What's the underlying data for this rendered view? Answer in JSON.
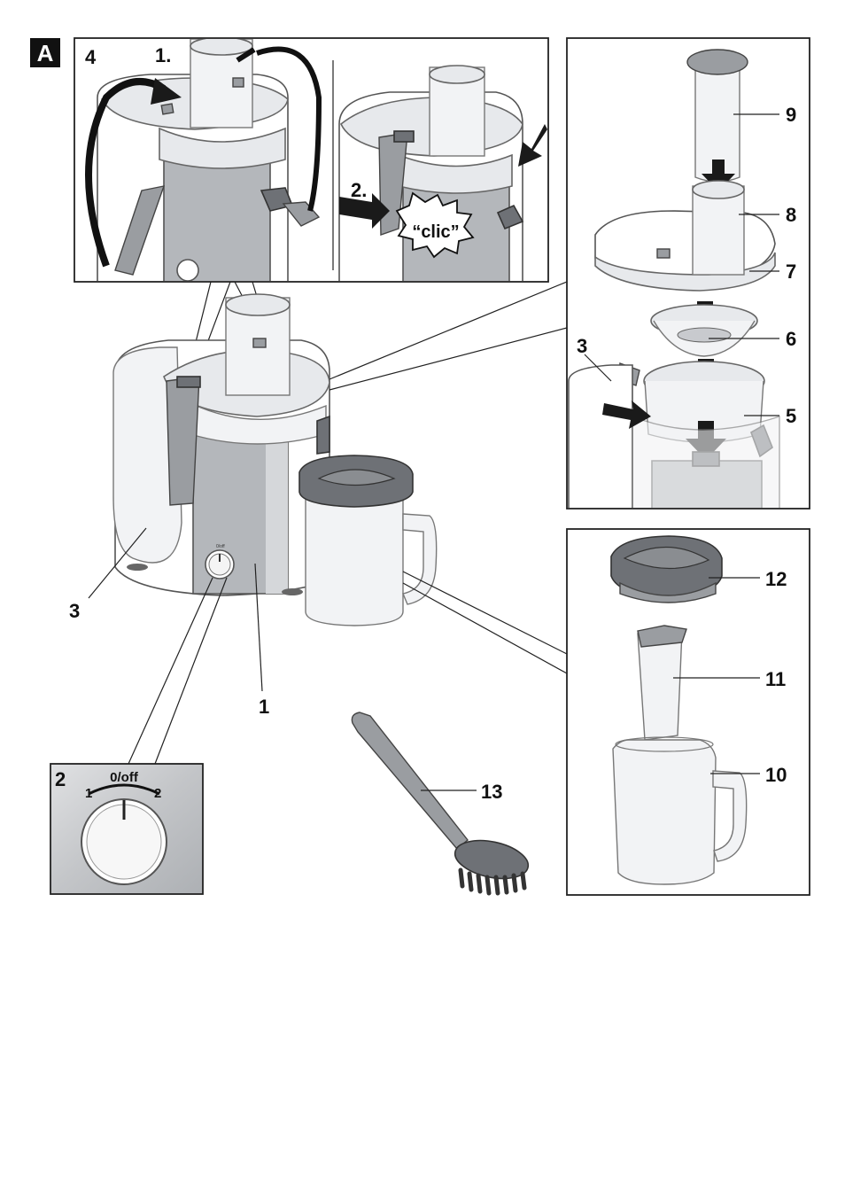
{
  "figure_label": "A",
  "step_labels": {
    "step_4": "4",
    "step_1": "1.",
    "step_2": "2.",
    "clic": "“clic”"
  },
  "part_numbers": {
    "p1": "1",
    "p2": "2",
    "p3_main": "3",
    "p3_exploded": "3",
    "p5": "5",
    "p6": "6",
    "p7": "7",
    "p8": "8",
    "p9": "9",
    "p10": "10",
    "p11": "11",
    "p12": "12",
    "p13": "13"
  },
  "switch": {
    "off_label": "0/off",
    "speed_1": "1",
    "speed_2": "2"
  },
  "colors": {
    "ink": "#222222",
    "glass": "#e7e9ec",
    "metal": "#b4b7bb",
    "dark_part": "#6e7176",
    "panel_bg": "#c7c9cc"
  }
}
